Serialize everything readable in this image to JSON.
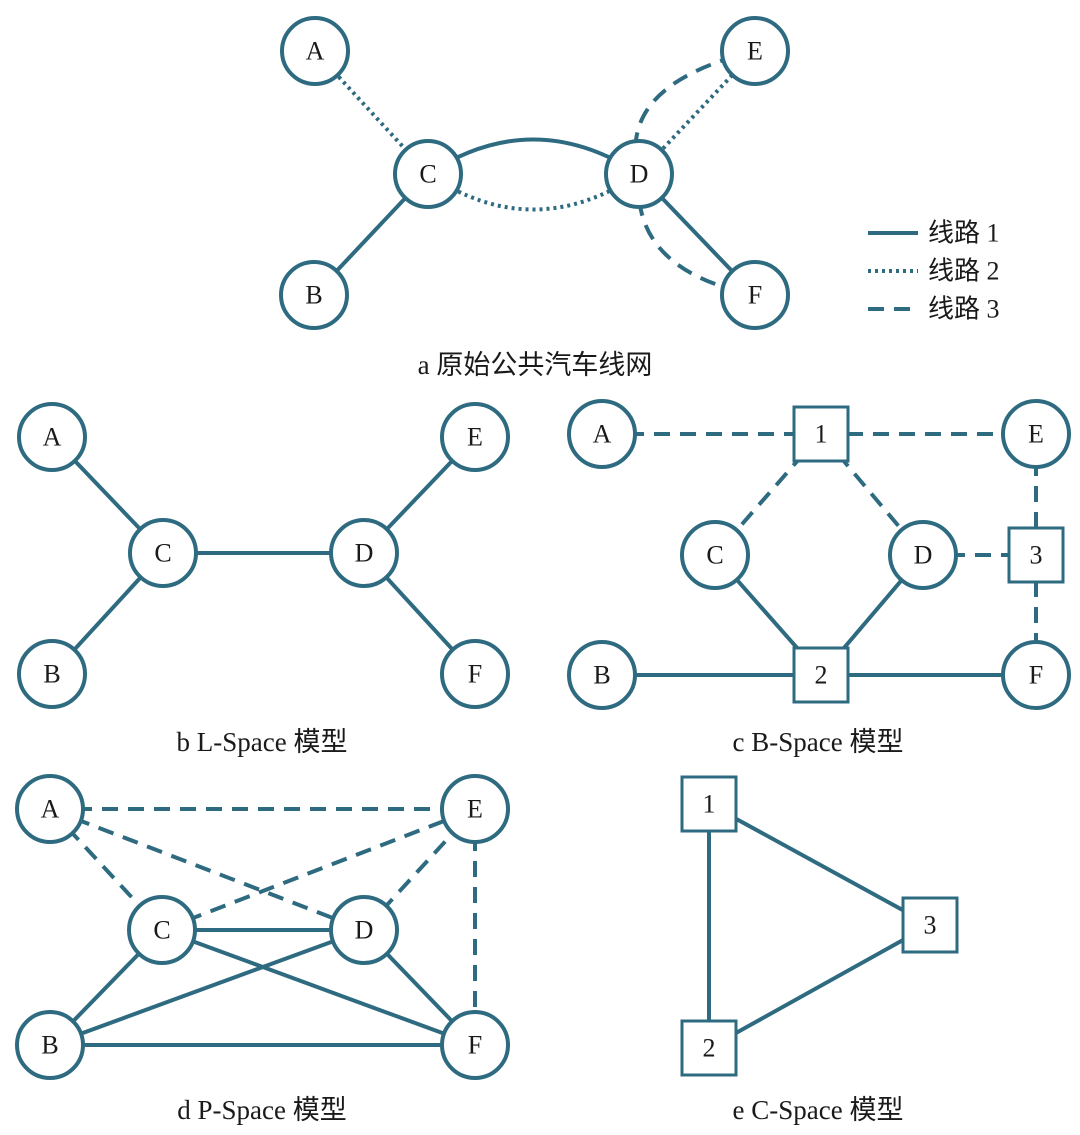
{
  "colors": {
    "line": "#2e6b80",
    "node_fill": "#ffffff",
    "text": "#1a1a1a"
  },
  "legend": {
    "items": [
      {
        "id": "route1",
        "label": "线路 1",
        "style": "solid"
      },
      {
        "id": "route2",
        "label": "线路 2",
        "style": "dotted"
      },
      {
        "id": "route3",
        "label": "线路 3",
        "style": "dashed"
      }
    ]
  },
  "panels": [
    {
      "id": "a",
      "caption": "a 原始公共汽车线网"
    },
    {
      "id": "b",
      "caption": "b L-Space 模型"
    },
    {
      "id": "c",
      "caption": "c B-Space 模型"
    },
    {
      "id": "d",
      "caption": "d P-Space 模型"
    },
    {
      "id": "e",
      "caption": "e C-Space 模型"
    }
  ],
  "node_labels": {
    "A": "A",
    "B": "B",
    "C": "C",
    "D": "D",
    "E": "E",
    "F": "F",
    "r1": "1",
    "r2": "2",
    "r3": "3"
  },
  "graphs": {
    "a": {
      "nodes": [
        "A",
        "B",
        "C",
        "D",
        "E",
        "F"
      ],
      "edges": [
        {
          "from": "A",
          "to": "C",
          "style": "dotted"
        },
        {
          "from": "C",
          "to": "D",
          "style": "solid",
          "curve": "up"
        },
        {
          "from": "C",
          "to": "D",
          "style": "dotted",
          "curve": "down"
        },
        {
          "from": "B",
          "to": "C",
          "style": "solid"
        },
        {
          "from": "D",
          "to": "E",
          "style": "dotted"
        },
        {
          "from": "D",
          "to": "E",
          "style": "dashed",
          "curve": "left"
        },
        {
          "from": "D",
          "to": "F",
          "style": "solid"
        },
        {
          "from": "D",
          "to": "F",
          "style": "dashed",
          "curve": "left"
        }
      ]
    },
    "b": {
      "nodes": [
        "A",
        "B",
        "C",
        "D",
        "E",
        "F"
      ],
      "edges": [
        {
          "from": "A",
          "to": "C",
          "style": "solid"
        },
        {
          "from": "B",
          "to": "C",
          "style": "solid"
        },
        {
          "from": "C",
          "to": "D",
          "style": "solid"
        },
        {
          "from": "D",
          "to": "E",
          "style": "solid"
        },
        {
          "from": "D",
          "to": "F",
          "style": "solid"
        }
      ]
    },
    "c": {
      "nodes": [
        "A",
        "B",
        "C",
        "D",
        "E",
        "F",
        "r1",
        "r2",
        "r3"
      ],
      "edges": [
        {
          "from": "A",
          "to": "r1",
          "style": "dashed"
        },
        {
          "from": "r1",
          "to": "E",
          "style": "dashed"
        },
        {
          "from": "r1",
          "to": "C",
          "style": "dashed"
        },
        {
          "from": "r1",
          "to": "D",
          "style": "dashed"
        },
        {
          "from": "D",
          "to": "r3",
          "style": "dashed"
        },
        {
          "from": "E",
          "to": "r3",
          "style": "dashed"
        },
        {
          "from": "r3",
          "to": "F",
          "style": "dashed"
        },
        {
          "from": "C",
          "to": "r2",
          "style": "solid"
        },
        {
          "from": "D",
          "to": "r2",
          "style": "solid"
        },
        {
          "from": "B",
          "to": "r2",
          "style": "solid"
        },
        {
          "from": "r2",
          "to": "F",
          "style": "solid"
        }
      ]
    },
    "d": {
      "nodes": [
        "A",
        "B",
        "C",
        "D",
        "E",
        "F"
      ],
      "edges": [
        {
          "from": "A",
          "to": "E",
          "style": "dashed"
        },
        {
          "from": "A",
          "to": "C",
          "style": "dashed"
        },
        {
          "from": "A",
          "to": "D",
          "style": "dashed"
        },
        {
          "from": "C",
          "to": "E",
          "style": "dashed"
        },
        {
          "from": "D",
          "to": "E",
          "style": "dashed"
        },
        {
          "from": "E",
          "to": "F",
          "style": "dashed"
        },
        {
          "from": "C",
          "to": "D",
          "style": "solid"
        },
        {
          "from": "B",
          "to": "C",
          "style": "solid"
        },
        {
          "from": "B",
          "to": "D",
          "style": "solid"
        },
        {
          "from": "B",
          "to": "F",
          "style": "solid"
        },
        {
          "from": "C",
          "to": "F",
          "style": "solid"
        },
        {
          "from": "D",
          "to": "F",
          "style": "solid"
        }
      ]
    },
    "e": {
      "nodes": [
        "r1",
        "r2",
        "r3"
      ],
      "edges": [
        {
          "from": "r1",
          "to": "r2",
          "style": "solid"
        },
        {
          "from": "r1",
          "to": "r3",
          "style": "solid"
        },
        {
          "from": "r2",
          "to": "r3",
          "style": "solid"
        }
      ]
    }
  }
}
